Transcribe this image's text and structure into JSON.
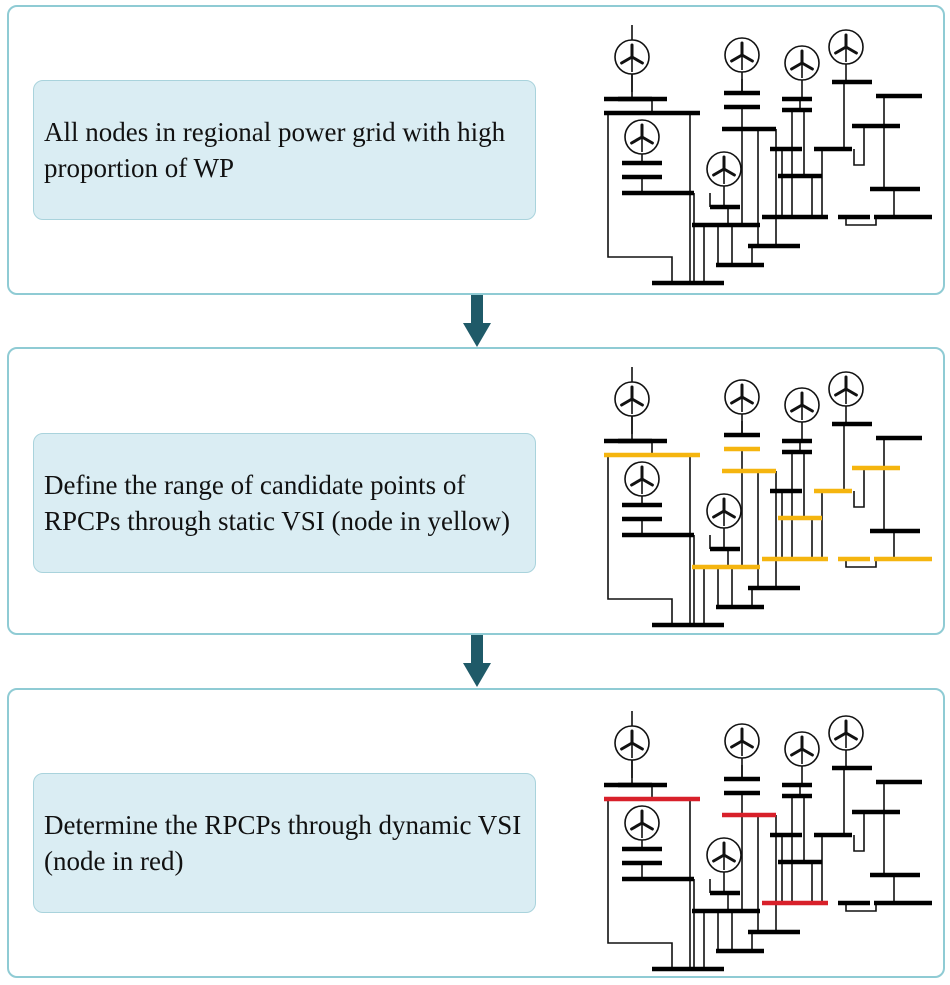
{
  "stages": [
    {
      "text": "All nodes in regional power grid with high proportion of WP",
      "highlight": "none"
    },
    {
      "text": "Define the range of candidate points of RPCPs through static VSI (node in yellow)",
      "highlight": "yellow"
    },
    {
      "text": "Determine the RPCPs through dynamic VSI (node in red)",
      "highlight": "red"
    }
  ],
  "colors": {
    "border": "#8fcbd4",
    "box_fill": "#daedf3",
    "arrow": "#1f5a68",
    "bus": "#000000",
    "yellow": "#f5b50f",
    "red": "#d8202a"
  },
  "icons": {
    "generator": "wind-turbine-icon",
    "flow": "down-arrow-icon"
  }
}
